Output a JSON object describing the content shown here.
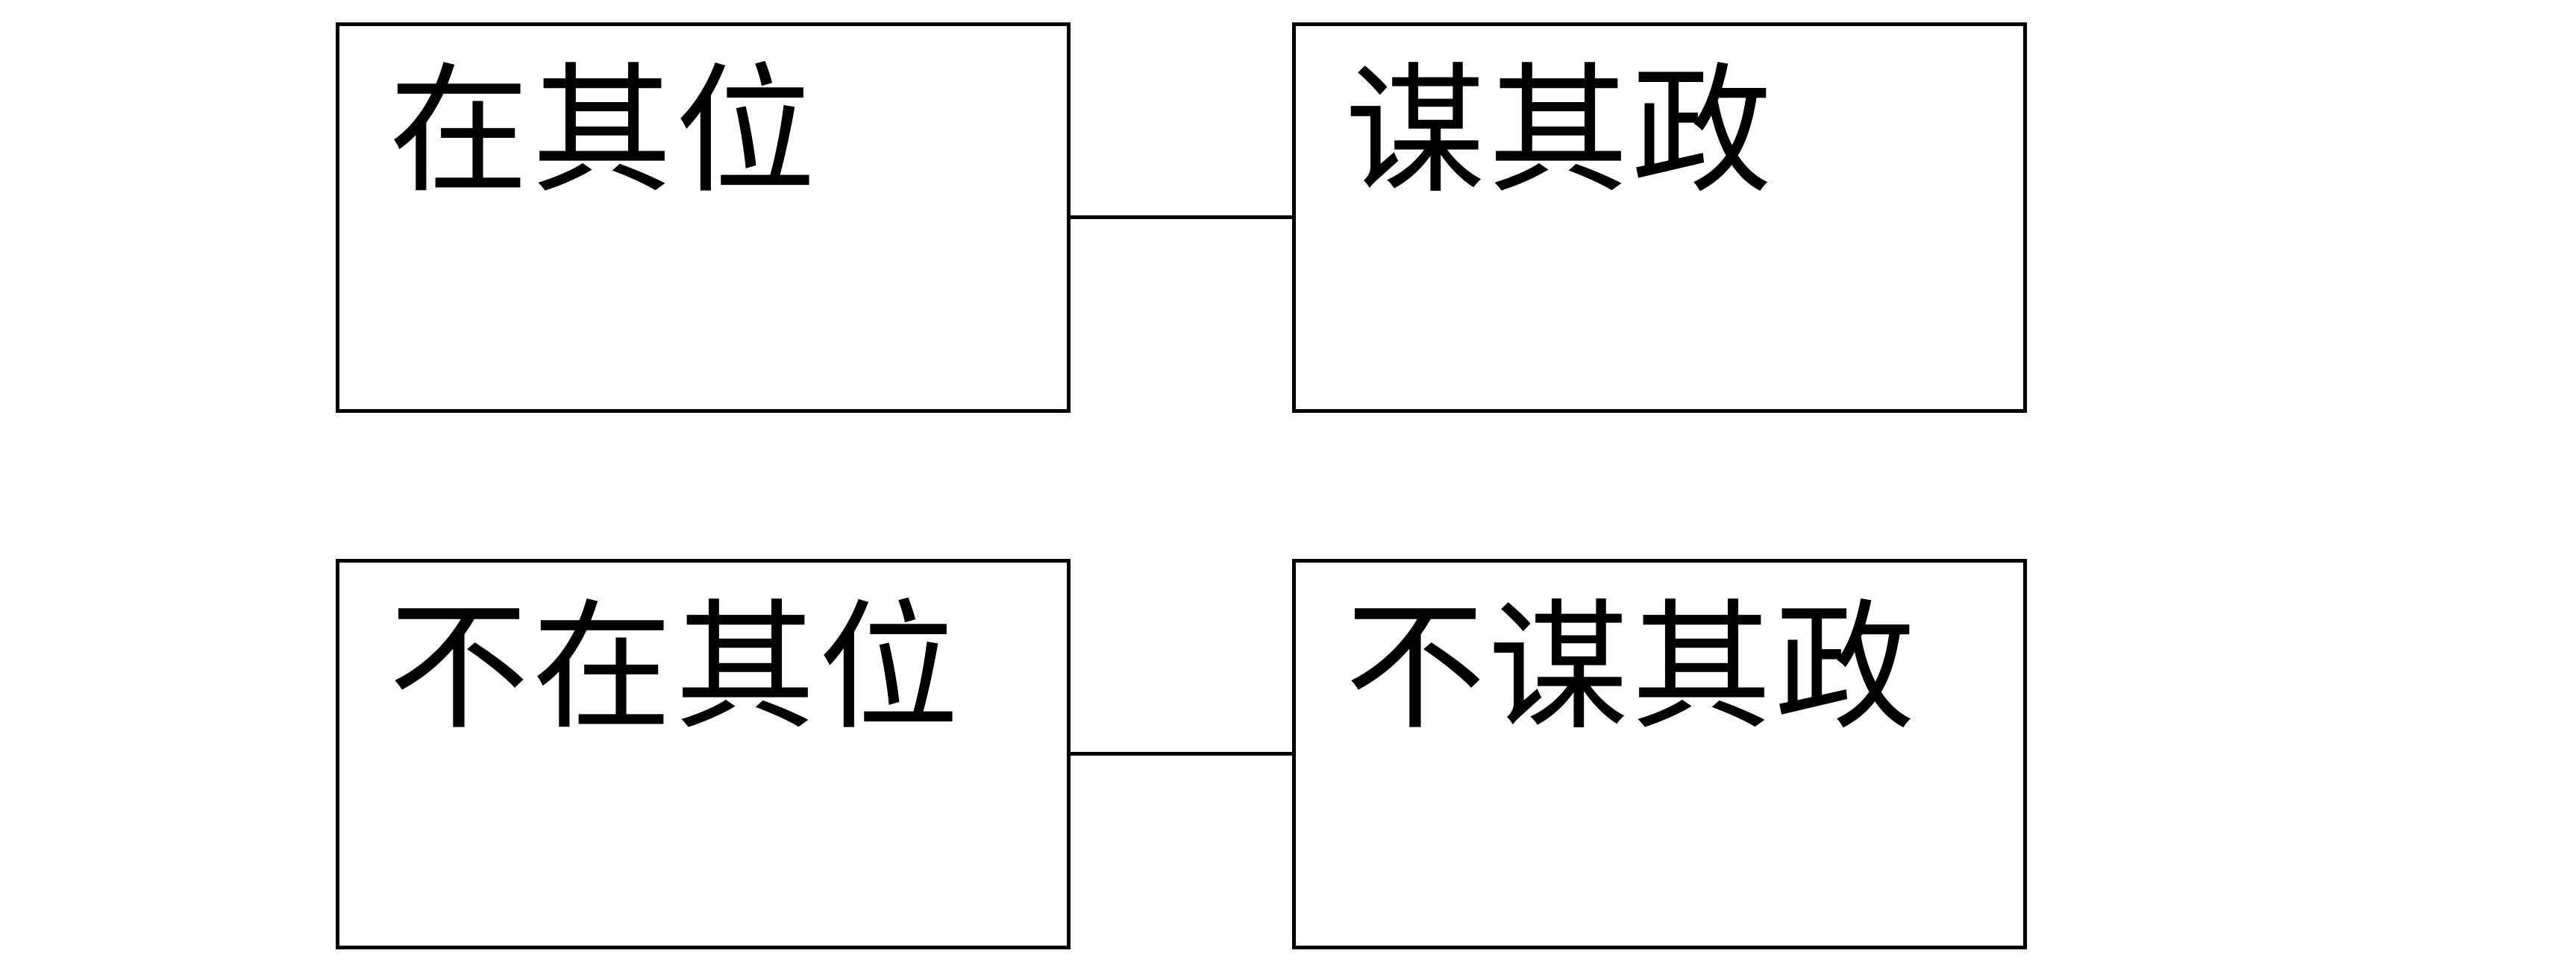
{
  "diagram": {
    "rows": [
      {
        "left": {
          "text": "在其位"
        },
        "right": {
          "text": "谋其政"
        }
      },
      {
        "left": {
          "text": "不在其位"
        },
        "right": {
          "text": "不谋其政"
        }
      }
    ],
    "colors": {
      "stroke": "#000000",
      "text": "#000000",
      "background": "#ffffff"
    }
  }
}
